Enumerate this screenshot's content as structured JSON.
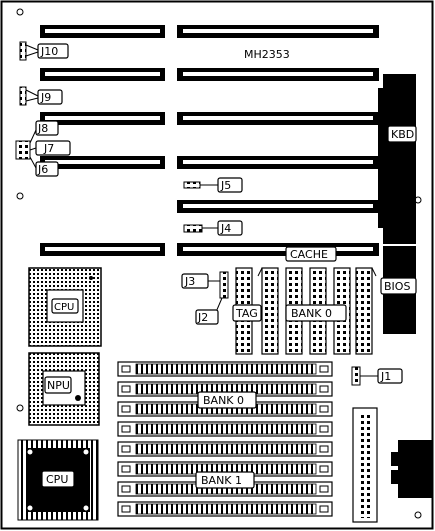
{
  "board": {
    "model": "MH2353"
  },
  "labels": {
    "j10": "J10",
    "j9": "J9",
    "j8": "J8",
    "j7": "J7",
    "j6": "J6",
    "j5": "J5",
    "j4": "J4",
    "j3": "J3",
    "j2": "J2",
    "j1": "J1",
    "kbd": "KBD",
    "bios": "BIOS",
    "cache": "CACHE",
    "tag": "TAG",
    "bank0_cache": "BANK 0",
    "bank0_mem": "BANK 0",
    "bank1_mem": "BANK 1",
    "cpu_upper": "CPU",
    "npu": "NPU",
    "cpu_lower": "CPU"
  }
}
